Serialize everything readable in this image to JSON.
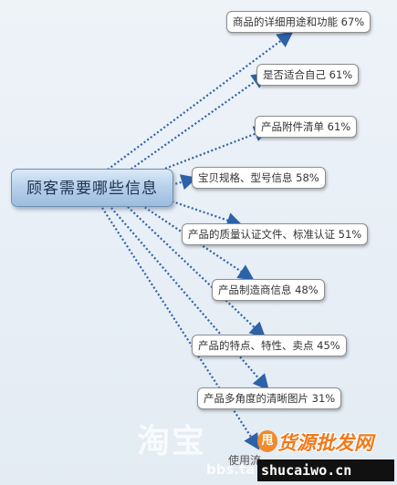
{
  "root": {
    "label": "顾客需要哪些信息"
  },
  "branches": [
    {
      "label": "商品的详细用途和功能",
      "value": "67%"
    },
    {
      "label": "是否适合自己",
      "value": "61%"
    },
    {
      "label": "产品附件清单",
      "value": "61%"
    },
    {
      "label": "宝贝规格、型号信息",
      "value": "58%"
    },
    {
      "label": "产品的质量认证文件、标准认证",
      "value": "51%"
    },
    {
      "label": "产品制造商信息",
      "value": "48%"
    },
    {
      "label": "产品的特点、特性、卖点",
      "value": "45%"
    },
    {
      "label": "产品多角度的清晰图片",
      "value": "31%"
    },
    {
      "label": "使用流",
      "value": ""
    }
  ],
  "watermarks": {
    "left": "淘宝",
    "bbs": "bbs.ta",
    "brand_seal": "甩",
    "brand_text": "货源批发网",
    "domain": "shucaiwo.cn"
  },
  "colors": {
    "connector": "#2d62a8",
    "arrowhead": "#2d62a8"
  }
}
